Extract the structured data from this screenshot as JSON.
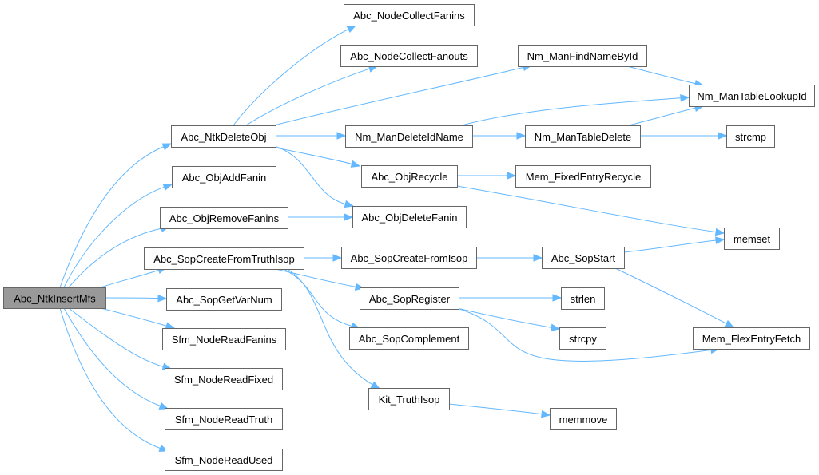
{
  "diagram": {
    "type": "call-graph",
    "root": "Abc_NtkInsertMfs",
    "colors": {
      "edge": "#63b8ff",
      "root_fill": "#999999",
      "node_fill": "#ffffff",
      "node_border": "#666666"
    },
    "nodes": [
      {
        "id": "Abc_NtkInsertMfs",
        "label": "Abc_NtkInsertMfs",
        "root": true
      },
      {
        "id": "Abc_NtkDeleteObj",
        "label": "Abc_NtkDeleteObj"
      },
      {
        "id": "Abc_ObjAddFanin",
        "label": "Abc_ObjAddFanin"
      },
      {
        "id": "Abc_ObjRemoveFanins",
        "label": "Abc_ObjRemoveFanins"
      },
      {
        "id": "Abc_SopCreateFromTruthIsop",
        "label": "Abc_SopCreateFromTruthIsop"
      },
      {
        "id": "Abc_SopGetVarNum",
        "label": "Abc_SopGetVarNum"
      },
      {
        "id": "Sfm_NodeReadFanins",
        "label": "Sfm_NodeReadFanins"
      },
      {
        "id": "Sfm_NodeReadFixed",
        "label": "Sfm_NodeReadFixed"
      },
      {
        "id": "Sfm_NodeReadTruth",
        "label": "Sfm_NodeReadTruth"
      },
      {
        "id": "Sfm_NodeReadUsed",
        "label": "Sfm_NodeReadUsed"
      },
      {
        "id": "Abc_NodeCollectFanins",
        "label": "Abc_NodeCollectFanins"
      },
      {
        "id": "Abc_NodeCollectFanouts",
        "label": "Abc_NodeCollectFanouts"
      },
      {
        "id": "Nm_ManFindNameById",
        "label": "Nm_ManFindNameById"
      },
      {
        "id": "Nm_ManTableLookupId",
        "label": "Nm_ManTableLookupId"
      },
      {
        "id": "Nm_ManDeleteIdName",
        "label": "Nm_ManDeleteIdName"
      },
      {
        "id": "Nm_ManTableDelete",
        "label": "Nm_ManTableDelete"
      },
      {
        "id": "strcmp",
        "label": "strcmp"
      },
      {
        "id": "Abc_ObjRecycle",
        "label": "Abc_ObjRecycle"
      },
      {
        "id": "Mem_FixedEntryRecycle",
        "label": "Mem_FixedEntryRecycle"
      },
      {
        "id": "Abc_ObjDeleteFanin",
        "label": "Abc_ObjDeleteFanin"
      },
      {
        "id": "memset",
        "label": "memset"
      },
      {
        "id": "Abc_SopCreateFromIsop",
        "label": "Abc_SopCreateFromIsop"
      },
      {
        "id": "Abc_SopStart",
        "label": "Abc_SopStart"
      },
      {
        "id": "Abc_SopRegister",
        "label": "Abc_SopRegister"
      },
      {
        "id": "strlen",
        "label": "strlen"
      },
      {
        "id": "Abc_SopComplement",
        "label": "Abc_SopComplement"
      },
      {
        "id": "strcpy",
        "label": "strcpy"
      },
      {
        "id": "Mem_FlexEntryFetch",
        "label": "Mem_FlexEntryFetch"
      },
      {
        "id": "Kit_TruthIsop",
        "label": "Kit_TruthIsop"
      },
      {
        "id": "memmove",
        "label": "memmove"
      }
    ],
    "edges": [
      {
        "from": "Abc_NtkInsertMfs",
        "to": "Abc_NtkDeleteObj"
      },
      {
        "from": "Abc_NtkInsertMfs",
        "to": "Abc_ObjAddFanin"
      },
      {
        "from": "Abc_NtkInsertMfs",
        "to": "Abc_ObjRemoveFanins"
      },
      {
        "from": "Abc_NtkInsertMfs",
        "to": "Abc_SopCreateFromTruthIsop"
      },
      {
        "from": "Abc_NtkInsertMfs",
        "to": "Abc_SopGetVarNum"
      },
      {
        "from": "Abc_NtkInsertMfs",
        "to": "Sfm_NodeReadFanins"
      },
      {
        "from": "Abc_NtkInsertMfs",
        "to": "Sfm_NodeReadFixed"
      },
      {
        "from": "Abc_NtkInsertMfs",
        "to": "Sfm_NodeReadTruth"
      },
      {
        "from": "Abc_NtkInsertMfs",
        "to": "Sfm_NodeReadUsed"
      },
      {
        "from": "Abc_NtkDeleteObj",
        "to": "Abc_NodeCollectFanins"
      },
      {
        "from": "Abc_NtkDeleteObj",
        "to": "Abc_NodeCollectFanouts"
      },
      {
        "from": "Abc_NtkDeleteObj",
        "to": "Nm_ManFindNameById"
      },
      {
        "from": "Abc_NtkDeleteObj",
        "to": "Nm_ManDeleteIdName"
      },
      {
        "from": "Abc_NtkDeleteObj",
        "to": "Abc_ObjRecycle"
      },
      {
        "from": "Abc_NtkDeleteObj",
        "to": "Abc_ObjDeleteFanin"
      },
      {
        "from": "Nm_ManFindNameById",
        "to": "Nm_ManTableLookupId"
      },
      {
        "from": "Nm_ManDeleteIdName",
        "to": "Nm_ManTableLookupId"
      },
      {
        "from": "Nm_ManDeleteIdName",
        "to": "Nm_ManTableDelete"
      },
      {
        "from": "Nm_ManTableDelete",
        "to": "Nm_ManTableLookupId"
      },
      {
        "from": "Nm_ManTableDelete",
        "to": "strcmp"
      },
      {
        "from": "Abc_ObjRecycle",
        "to": "Mem_FixedEntryRecycle"
      },
      {
        "from": "Abc_ObjRecycle",
        "to": "memset"
      },
      {
        "from": "Abc_ObjRemoveFanins",
        "to": "Abc_ObjDeleteFanin"
      },
      {
        "from": "Abc_SopCreateFromTruthIsop",
        "to": "Abc_SopCreateFromIsop"
      },
      {
        "from": "Abc_SopCreateFromTruthIsop",
        "to": "Abc_SopRegister"
      },
      {
        "from": "Abc_SopCreateFromTruthIsop",
        "to": "Abc_SopComplement"
      },
      {
        "from": "Abc_SopCreateFromTruthIsop",
        "to": "Kit_TruthIsop"
      },
      {
        "from": "Abc_SopCreateFromIsop",
        "to": "Abc_SopStart"
      },
      {
        "from": "Abc_SopStart",
        "to": "memset"
      },
      {
        "from": "Abc_SopStart",
        "to": "Mem_FlexEntryFetch"
      },
      {
        "from": "Abc_SopRegister",
        "to": "strlen"
      },
      {
        "from": "Abc_SopRegister",
        "to": "strcpy"
      },
      {
        "from": "Abc_SopRegister",
        "to": "Mem_FlexEntryFetch"
      },
      {
        "from": "Kit_TruthIsop",
        "to": "memmove"
      }
    ]
  }
}
